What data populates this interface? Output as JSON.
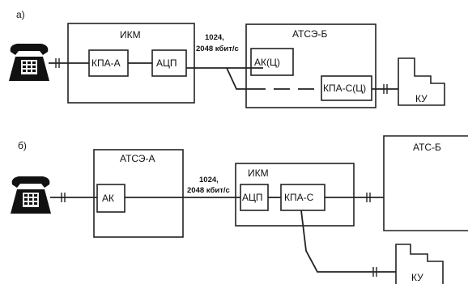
{
  "variant_a": {
    "label": "а)",
    "ikm_title": "ИКМ",
    "kpa_a": "КПА-А",
    "acp_1": "АЦП",
    "rate_1": "1024,",
    "rate_2": "2048 кбит/с",
    "atse_b_title": "АТСЭ-Б",
    "ak_c": "АК(Ц)",
    "kpa_c_c": "КПА-С(Ц)",
    "ku": "КУ"
  },
  "variant_b": {
    "label": "б)",
    "atse_a_title": "АТСЭ-А",
    "ak": "АК",
    "rate_1": "1024,",
    "rate_2": "2048 кбит/с",
    "ikm_title": "ИКМ",
    "acp": "АЦП",
    "kpa_c": "КПА-С",
    "ats_b_title": "АТС-Б",
    "ku": "КУ"
  }
}
